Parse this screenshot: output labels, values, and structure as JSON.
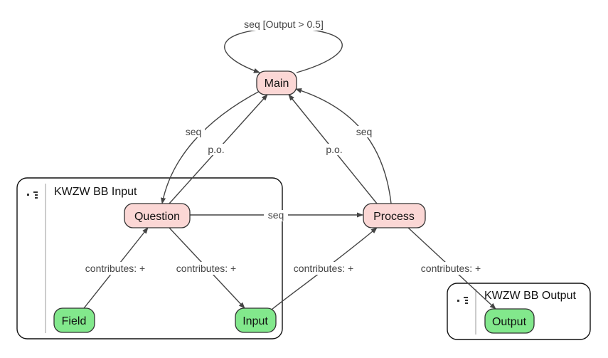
{
  "groups": {
    "input": {
      "title": "KWZW BB Input",
      "icon": "collapse-handle-icon"
    },
    "output": {
      "title": "KWZW BB Output",
      "icon": "collapse-handle-icon"
    }
  },
  "nodes": {
    "main": "Main",
    "question": "Question",
    "process": "Process",
    "field": "Field",
    "input": "Input",
    "output": "Output"
  },
  "edges": {
    "main_self": "seq [Output > 0.5]",
    "main_question": "seq",
    "question_main": "p.o.",
    "process_main_po": "p.o.",
    "process_main_seq": "seq",
    "question_process": "seq",
    "field_question": "contributes: +",
    "question_input": "contributes: +",
    "input_process": "contributes: +",
    "process_output": "contributes: +"
  },
  "colors": {
    "node_red": "#fbd7d5",
    "node_green": "#82e88c"
  }
}
